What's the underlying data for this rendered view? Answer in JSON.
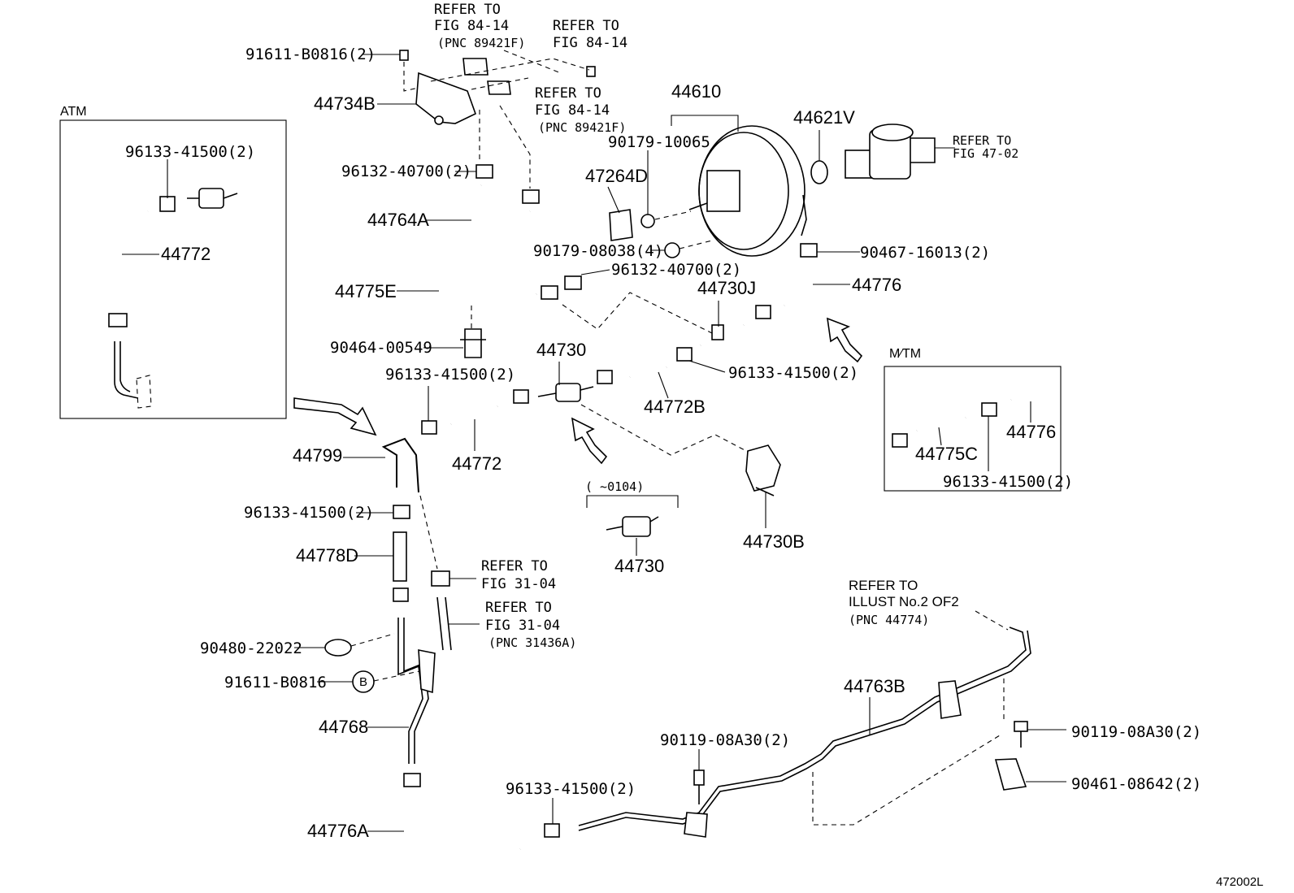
{
  "diagram": {
    "boxes": {
      "atm": "ATM",
      "mtm": "M∕TM"
    },
    "figure_id": "472002L",
    "references": {
      "top_left": [
        "REFER TO",
        "FIG 84-14",
        "(PNC 89421F)"
      ],
      "top_right": [
        "REFER TO",
        "FIG 84-14"
      ],
      "mid": [
        "REFER TO",
        "FIG 84-14",
        "(PNC 89421F)"
      ],
      "pump": [
        "REFER TO",
        "FIG 47-02"
      ],
      "fig31_a": [
        "REFER TO",
        "FIG 31-04"
      ],
      "fig31_b": [
        "REFER TO",
        "FIG 31-04",
        "(PNC 31436A)"
      ],
      "illust": [
        "REFER TO",
        "ILLUST No.2 OF2",
        "(PNC 44774)"
      ]
    },
    "range_note": "(      ~0104)",
    "circle_b": "B",
    "parts": {
      "p_91611_top": "91611-B0816(2)",
      "p_44734B": "44734B",
      "p_96133_atm": "96133-41500(2)",
      "p_44772_atm": "44772",
      "p_96132_top": "96132-40700(2)",
      "p_44764A": "44764A",
      "p_44775E": "44775E",
      "p_90464": "90464-00549",
      "p_44610": "44610",
      "p_90179_10065": "90179-10065",
      "p_44621V": "44621V",
      "p_47264D": "47264D",
      "p_90179_08038": "90179-08038(4)",
      "p_96132_mid": "96132-40700(2)",
      "p_90467": "90467-16013(2)",
      "p_44730J": "44730J",
      "p_44776_main": "44776",
      "p_44730": "44730",
      "p_96133_left": "96133-41500(2)",
      "p_44772B": "44772B",
      "p_96133_right": "96133-41500(2)",
      "p_44799": "44799",
      "p_44772_main": "44772",
      "p_96133_lower": "96133-41500(2)",
      "p_44778D": "44778D",
      "p_44730_alt": "44730",
      "p_44730B": "44730B",
      "p_44775C": "44775C",
      "p_44776_mtm": "44776",
      "p_96133_mtm": "96133-41500(2)",
      "p_90480": "90480-22022",
      "p_91611_b": "91611-B0816",
      "p_44768": "44768",
      "p_44763B": "44763B",
      "p_90119_mid": "90119-08A30(2)",
      "p_90119_right": "90119-08A30(2)",
      "p_90461": "90461-08642(2)",
      "p_96133_bottom": "96133-41500(2)",
      "p_44776A": "44776A"
    }
  }
}
